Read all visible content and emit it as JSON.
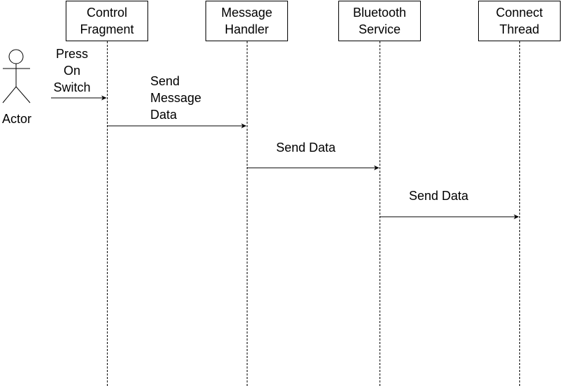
{
  "actor": {
    "label": "Actor"
  },
  "lifelines": [
    {
      "id": "control-fragment",
      "label": "Control\nFragment"
    },
    {
      "id": "message-handler",
      "label": "Message\nHandler"
    },
    {
      "id": "bluetooth-service",
      "label": "Bluetooth\nService"
    },
    {
      "id": "connect-thread",
      "label": "Connect\nThread"
    }
  ],
  "messages": [
    {
      "from": "Actor",
      "to": "Control Fragment",
      "label": "Press\nOn\nSwitch"
    },
    {
      "from": "Control Fragment",
      "to": "Message Handler",
      "label": "Send\nMessage\nData"
    },
    {
      "from": "Message Handler",
      "to": "Bluetooth Service",
      "label": "Send Data"
    },
    {
      "from": "Bluetooth Service",
      "to": "Connect Thread",
      "label": "Send Data"
    }
  ],
  "colors": {
    "stroke": "#000000",
    "background": "#ffffff"
  }
}
